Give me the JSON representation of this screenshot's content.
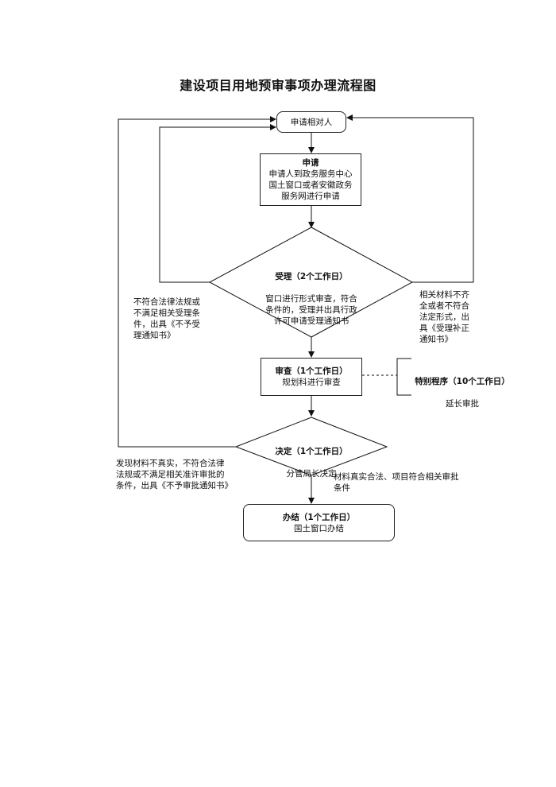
{
  "title": "建设项目用地预审事项办理流程图",
  "nodes": {
    "applicant": {
      "label": "申请相对人"
    },
    "apply": {
      "heading": "申请",
      "body": "申请人到政务服务中心\n国土窗口或者安徽政务\n服务网进行申请"
    },
    "accept": {
      "heading": "受理（2个工作日）",
      "body": "窗口进行形式审查，符合\n条件的，受理并出具行政\n许可申请受理通知书"
    },
    "review": {
      "heading": "审查（1个工作日）",
      "body": "规划科进行审查"
    },
    "special": {
      "heading": "特别程序（10个工作日）",
      "body": "延长审批"
    },
    "decide": {
      "heading": "决定（1个工作日）",
      "body": "分管局长决定"
    },
    "finish": {
      "heading": "办结（1个工作日）",
      "body": "国土窗口办结"
    }
  },
  "notes": {
    "reject_accept": "不符合法律法规或\n不满足相关受理条\n件，出具《不予受\n理通知书》",
    "incomplete": "相关材料不齐\n全或者不符合\n法定形式，出\n具《受理补正\n通知书》",
    "reject_approve": "发现材料不真实，不符合法律\n法规或不满足相关准许审批的\n条件，出具《不予审批通知书》",
    "approve": "材料真实合法、项目符合相关审批\n条件"
  }
}
